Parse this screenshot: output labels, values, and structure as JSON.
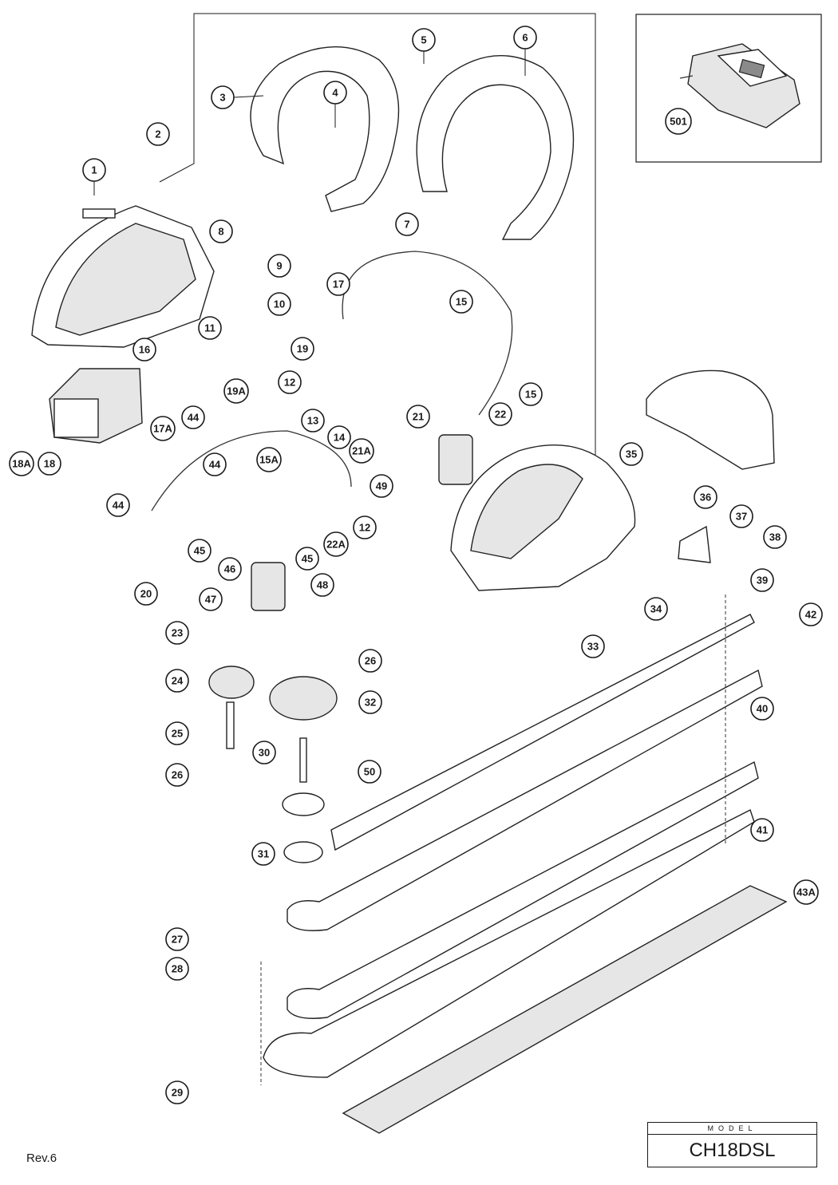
{
  "revision": "Rev.6",
  "model": {
    "label": "MODEL",
    "value": "CH18DSL"
  },
  "callouts": [
    "1",
    "2",
    "3",
    "4",
    "5",
    "6",
    "7",
    "8",
    "9",
    "10",
    "11",
    "12",
    "12",
    "13",
    "14",
    "15",
    "15",
    "15A",
    "16",
    "17",
    "17A",
    "18",
    "18A",
    "19",
    "19A",
    "20",
    "21",
    "21A",
    "22",
    "22A",
    "23",
    "24",
    "25",
    "26",
    "26",
    "27",
    "28",
    "29",
    "30",
    "31",
    "32",
    "33",
    "34",
    "35",
    "36",
    "37",
    "38",
    "39",
    "40",
    "41",
    "42",
    "43A",
    "44",
    "44",
    "44",
    "45",
    "45",
    "46",
    "47",
    "48",
    "49",
    "50",
    "501"
  ]
}
